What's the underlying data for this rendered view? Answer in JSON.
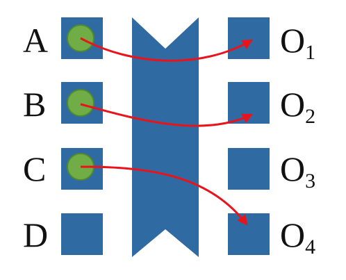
{
  "inputs": [
    {
      "label": "A",
      "has_token": true
    },
    {
      "label": "B",
      "has_token": true
    },
    {
      "label": "C",
      "has_token": true
    },
    {
      "label": "D",
      "has_token": false
    }
  ],
  "outputs": [
    {
      "letter": "O",
      "index": "1"
    },
    {
      "letter": "O",
      "index": "2"
    },
    {
      "letter": "O",
      "index": "3"
    },
    {
      "letter": "O",
      "index": "4"
    }
  ],
  "connections": [
    {
      "from": "A",
      "to": "O1"
    },
    {
      "from": "B",
      "to": "O2"
    },
    {
      "from": "C",
      "to": "O4"
    }
  ],
  "colors": {
    "block": "#2f6aa3",
    "token_fill": "#70ad47",
    "token_stroke": "#4e8a2e",
    "arrow": "#e8141b",
    "text": "#111111"
  }
}
